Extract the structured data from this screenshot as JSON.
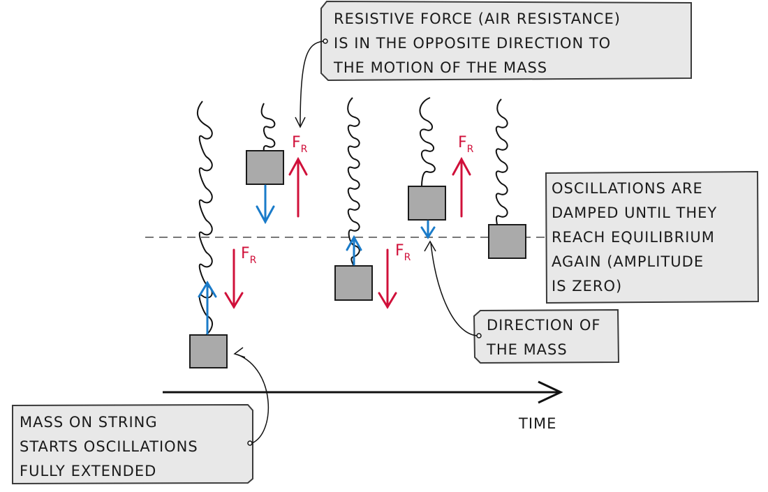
{
  "diagram": {
    "title": "Damped oscillations of a mass on a spring",
    "force_label": "F",
    "force_subscript": "R",
    "time_axis_label": "TIME",
    "colors": {
      "resistive_force": "#d0103a",
      "motion_direction": "#1a7bc9",
      "mass_fill": "#aaaaaa",
      "note_fill": "#e8e8e8",
      "equilibrium_line": "#777777"
    },
    "notes": {
      "resistive_force": [
        "RESISTIVE FORCE (AIR RESISTANCE)",
        "IS IN THE OPPOSITE DIRECTION TO",
        "THE MOTION OF THE MASS"
      ],
      "damped": [
        "OSCILLATIONS ARE",
        "DAMPED UNTIL THEY",
        "REACH EQUILIBRIUM",
        "AGAIN (AMPLITUDE",
        "IS ZERO)"
      ],
      "direction": [
        "DIRECTION OF",
        "THE MASS"
      ],
      "start": [
        "MASS ON STRING",
        "STARTS OSCILLATIONS",
        "FULLY EXTENDED"
      ]
    },
    "stages": [
      {
        "name": "fully-extended",
        "motion": "up",
        "resistive_force": "down"
      },
      {
        "name": "compressed",
        "motion": "down",
        "resistive_force": "up"
      },
      {
        "name": "below-equilibrium",
        "motion": "up",
        "resistive_force": "down"
      },
      {
        "name": "above-equilibrium",
        "motion": "down",
        "resistive_force": "up"
      },
      {
        "name": "equilibrium",
        "motion": "none",
        "resistive_force": "none"
      }
    ]
  }
}
